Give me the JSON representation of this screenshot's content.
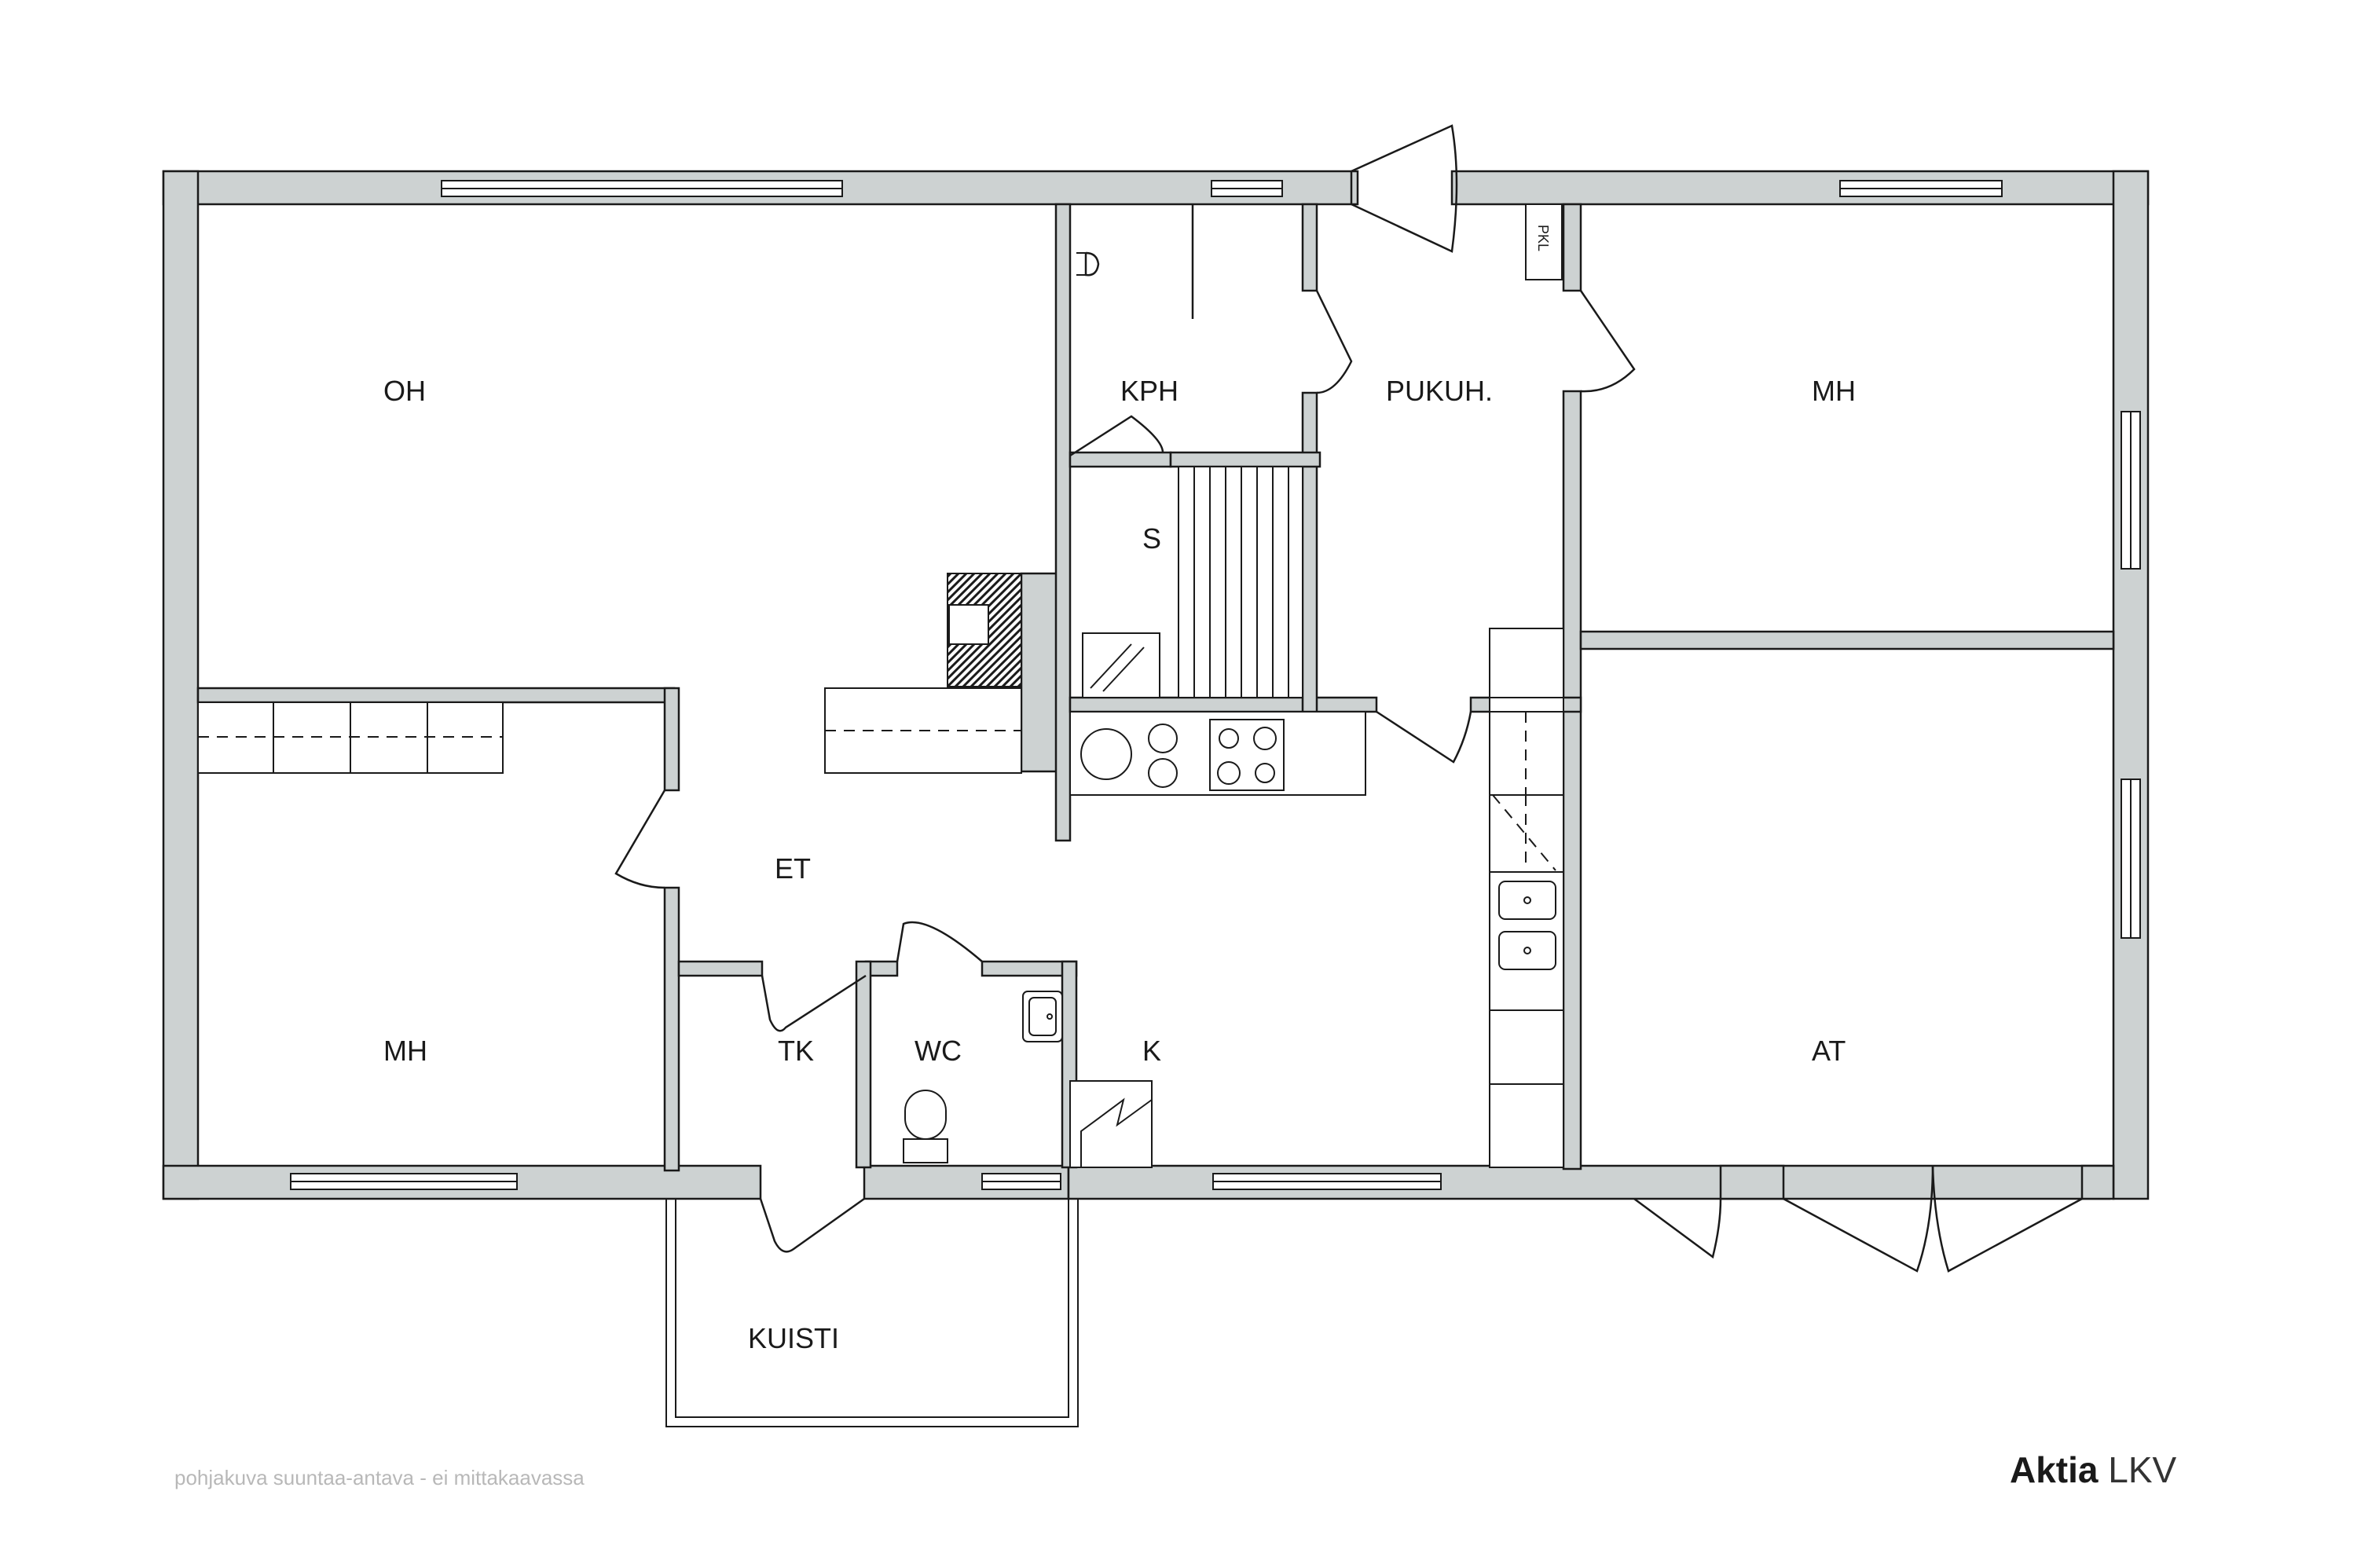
{
  "rooms": {
    "oh": "OH",
    "kph": "KPH",
    "pukuh": "PUKUH.",
    "mh_top": "MH",
    "s": "S",
    "et": "ET",
    "mh_bottom": "MH",
    "tk": "TK",
    "wc": "WC",
    "k": "K",
    "at": "AT",
    "kuisti": "KUISTI",
    "pkl": "PKL"
  },
  "footer": {
    "disclaimer": "pohjakuva suuntaa-antava - ei mittakaavassa",
    "brand_bold": "Aktia",
    "brand_light": "LKV"
  },
  "colors": {
    "wall": "#cdd2d2",
    "line": "#1a1a1a",
    "disclaimer": "#b8b8b8"
  }
}
